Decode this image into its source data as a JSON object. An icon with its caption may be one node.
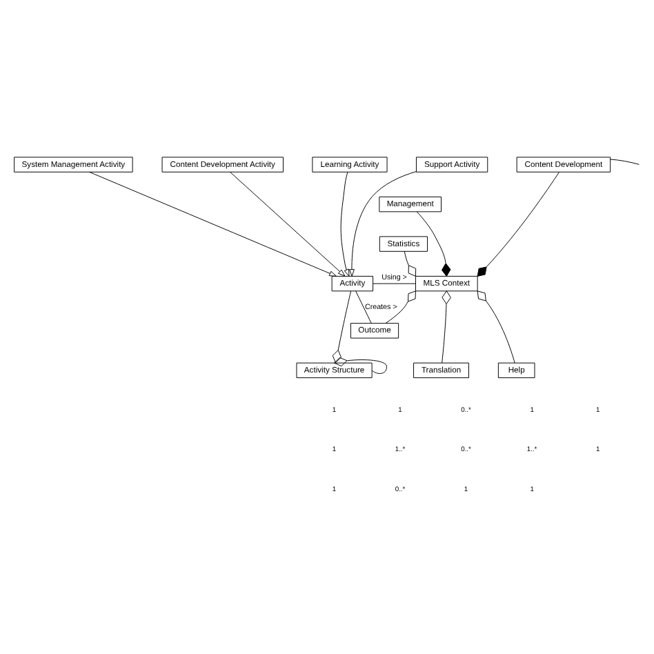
{
  "diagram": {
    "nodes": [
      {
        "text": [
          "System Management Activity"
        ]
      },
      {
        "text": [
          "Content Development Activity"
        ]
      },
      {
        "text": [
          "Learning Activity"
        ]
      },
      {
        "text": [
          "Support Activity"
        ]
      },
      {
        "text": [
          "Content Development"
        ]
      },
      {
        "text": [
          "Management"
        ]
      },
      {
        "text": [
          "Statistics"
        ]
      },
      {
        "text": [
          "Activity"
        ]
      },
      {
        "text": [
          "MLS Context"
        ]
      },
      {
        "text": [
          "Outcome"
        ]
      },
      {
        "text": [
          "Activity Structure"
        ]
      },
      {
        "text": [
          "Translation"
        ]
      },
      {
        "text": [
          "Help"
        ]
      }
    ],
    "edges": [
      {
        "from": 0,
        "to": 7,
        "arrow": "to"
      },
      {
        "from": 1,
        "to": 7,
        "arrow": "to"
      },
      {
        "from": 2,
        "to": 7,
        "arrow": "to"
      },
      {
        "from": 3,
        "to": 7,
        "arrow": "to"
      },
      {
        "from": 4,
        "to": null,
        "arrow": "none"
      },
      {
        "from": 4,
        "to": 8,
        "arrow": "other"
      },
      {
        "from": 5,
        "to": 8,
        "arrow": "other"
      },
      {
        "from": 6,
        "to": 8,
        "arrow": "other"
      },
      {
        "from": 7,
        "to": 8,
        "arrow": "none",
        "label": "Using >"
      },
      {
        "from": 7,
        "to": 9,
        "arrow": "none",
        "label": "Creates >"
      },
      {
        "from": 9,
        "to": 8,
        "arrow": "other"
      },
      {
        "from": 7,
        "to": 10,
        "arrow": "other"
      },
      {
        "from": 10,
        "to": 10,
        "arrow": "other"
      },
      {
        "from": 11,
        "to": 8,
        "arrow": "other"
      },
      {
        "from": 12,
        "to": 8,
        "arrow": "other"
      }
    ],
    "labels": [
      "1",
      "1",
      "0..*",
      "1",
      "1",
      "1",
      "1..*",
      "0..*",
      "1..*",
      "1",
      "1",
      "0..*",
      "1",
      "1"
    ]
  }
}
